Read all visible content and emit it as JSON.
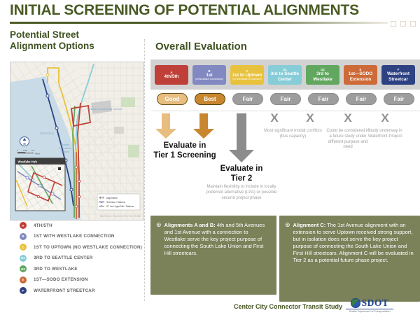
{
  "title": "INITIAL SCREENING OF POTENTIAL ALIGNMENTS",
  "icons": {
    "x_mark": "X",
    "callout_bullet": "⊛",
    "north": "N"
  },
  "colors": {
    "title_green": "#4a5a24",
    "band_gray": "#d2d2d2",
    "callout_olive": "#7b8159",
    "arrow_light": "#e7bd80",
    "arrow_dark": "#c8872f",
    "arrow_gray": "#8c8c8c",
    "ratings": {
      "good": {
        "bg": "#e7bd80",
        "border": "#6e531f"
      },
      "best": {
        "bg": "#c8872f",
        "border": "#5a4314"
      },
      "fair": {
        "bg": "#9d9d9d",
        "border": "#8c8c8c"
      }
    }
  },
  "left_panel": {
    "heading": "Potential Street Alignment Options",
    "map": {
      "inset_label": "Westlake Hub",
      "annotation": "Multiple Connection Options",
      "water_annotation_lines": [
        "Multiple",
        "Connection",
        "Options"
      ],
      "water_label": "Elliott Bay",
      "north_label": "N",
      "scale": {
        "zero": "0",
        "quarter": "0.25",
        "half": "0.5",
        "unit": "Miles"
      },
      "legend_items": [
        "Alignments",
        "Streetcar / Stations",
        "ST Link Light Rail / Stations"
      ],
      "attribution": "Data Sources: King County GIS, City of Seattle"
    },
    "legend": [
      {
        "letter": "A",
        "color": "#bf4038",
        "label": "4TH/5TH"
      },
      {
        "letter": "B",
        "color": "#8289c1",
        "label": "1ST WITH WESTLAKE CONNECTION"
      },
      {
        "letter": "C",
        "color": "#e9c23d",
        "label": "1ST TO UPTOWN (NO WESTLAKE CONNECTION)"
      },
      {
        "letter": "D1",
        "color": "#87cdd8",
        "label": "3RD TO SEATTLE CENTER"
      },
      {
        "letter": "D2",
        "color": "#61a75f",
        "label": "3RD TO WESTLAKE"
      },
      {
        "letter": "E",
        "color": "#cd6a38",
        "label": "1ST—SODO EXTENSION"
      },
      {
        "letter": "F",
        "color": "#2e4182",
        "label": "WATERFRONT STREETCAR"
      }
    ]
  },
  "right_panel": {
    "heading": "Overall Evaluation",
    "options": [
      {
        "letter": "A",
        "name": "4th/5th",
        "color": "#bf4038",
        "rating": "Good"
      },
      {
        "letter": "B",
        "name": "1st",
        "sub": "(w/Westlake connection)",
        "color": "#8289c1",
        "rating": "Best"
      },
      {
        "letter": "C",
        "name": "1st to Uptown",
        "sub": "(no Westlake connection)",
        "color": "#e9c23d",
        "rating": "Fair"
      },
      {
        "letter": "D1",
        "name": "3rd to Seattle Center",
        "color": "#87cdd8",
        "rating": "Fair"
      },
      {
        "letter": "D2",
        "name": "3rd to Westlake",
        "color": "#61a75f",
        "rating": "Fair"
      },
      {
        "letter": "E",
        "name": "1st—SODO Extension",
        "color": "#cd6a38",
        "rating": "Fair"
      },
      {
        "letter": "F",
        "name": "Waterfront Streetcar",
        "color": "#2e4182",
        "rating": "Fair"
      }
    ],
    "tier1": {
      "line1": "Evaluate in",
      "line2": "Tier 1 Screening"
    },
    "tier2": {
      "line1": "Evaluate in",
      "line2": "Tier 2",
      "note": "Maintain flexibility to include in locally preferred alternative (LPA) or possible second project phase"
    },
    "eliminated_notes": [
      "Most significant modal conflicts (bus capacity)",
      "Could be considered in a future study under different purpose and need",
      "Study underway in Waterfront Project"
    ],
    "callouts": [
      {
        "title": "Alignments A and B:",
        "body": "4th and 5th Avenues and 1st Avenue with a connection to Westlake serve the key project purpose of connecting the South Lake Union and First Hill streetcars."
      },
      {
        "title": "Alignment C:",
        "body": "The 1st Avenue alignment with an extension to serve Uptown received strong support, but in isolation does not serve the key project purpose of connecting the South Lake Union and First Hill streetcars. Alignment C will be evaluated in Tier 2 as a potential future phase project."
      }
    ]
  },
  "footer": {
    "study": "Center City Connector Transit Study",
    "logo": "SDOT",
    "logo_sub": "Seattle Department of Transportation"
  }
}
